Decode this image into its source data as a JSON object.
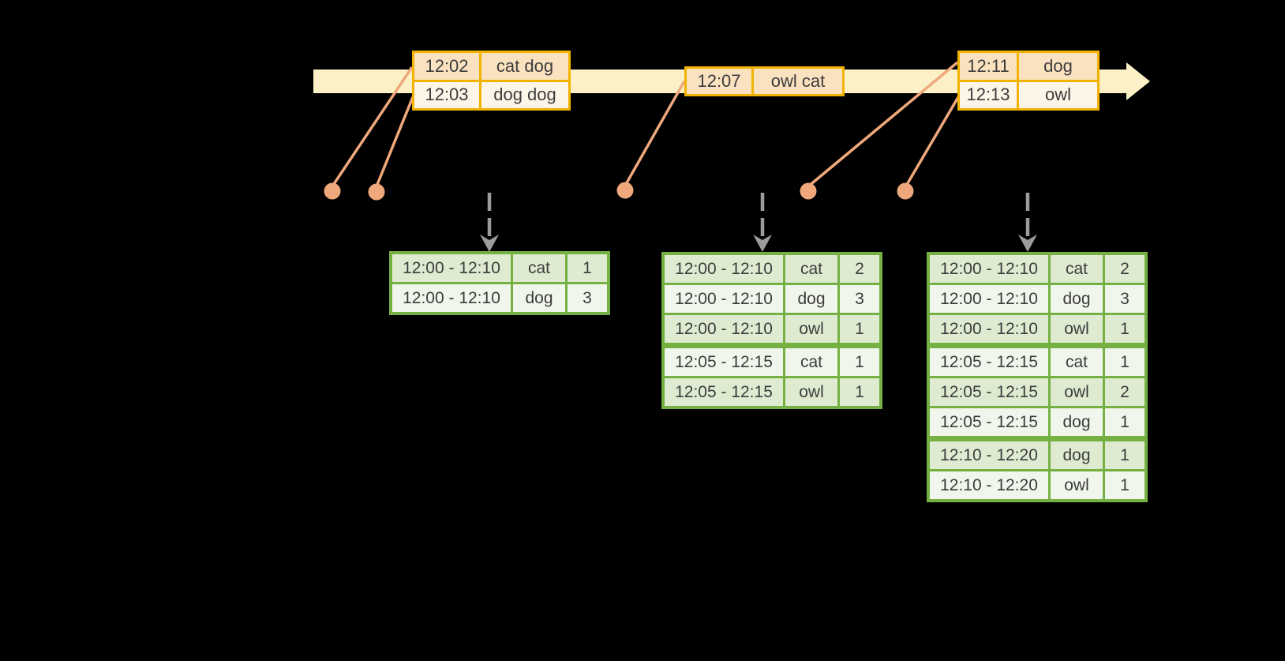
{
  "colors": {
    "background": "#000000",
    "timeline_fill": "#FBF0C6",
    "record_border": "#F2B200",
    "record_fill_dark": "#FAE2C1",
    "record_fill_light": "#FDF5E8",
    "connector_orange": "#EFA87C",
    "table_border_green": "#74B042",
    "table_row_dark": "#DEEBD1",
    "table_row_light": "#F1F6EC",
    "trigger_arrow_gray": "#9C9C9C",
    "text": "#3C3C3C"
  },
  "record_boxes": [
    {
      "rows": [
        {
          "time": "12:02",
          "words": "cat dog"
        },
        {
          "time": "12:03",
          "words": "dog dog"
        }
      ]
    },
    {
      "rows": [
        {
          "time": "12:07",
          "words": "owl cat"
        }
      ]
    },
    {
      "rows": [
        {
          "time": "12:11",
          "words": "dog"
        },
        {
          "time": "12:13",
          "words": "owl"
        }
      ]
    }
  ],
  "result_tables": [
    {
      "rows": [
        {
          "window": "12:00 - 12:10",
          "word": "cat",
          "count": "1"
        },
        {
          "window": "12:00 - 12:10",
          "word": "dog",
          "count": "3"
        }
      ]
    },
    {
      "rows": [
        {
          "window": "12:00 - 12:10",
          "word": "cat",
          "count": "2"
        },
        {
          "window": "12:00 - 12:10",
          "word": "dog",
          "count": "3"
        },
        {
          "window": "12:00 - 12:10",
          "word": "owl",
          "count": "1"
        },
        {
          "window": "12:05 - 12:15",
          "word": "cat",
          "count": "1"
        },
        {
          "window": "12:05 - 12:15",
          "word": "owl",
          "count": "1"
        }
      ]
    },
    {
      "rows": [
        {
          "window": "12:00 - 12:10",
          "word": "cat",
          "count": "2"
        },
        {
          "window": "12:00 - 12:10",
          "word": "dog",
          "count": "3"
        },
        {
          "window": "12:00 - 12:10",
          "word": "owl",
          "count": "1"
        },
        {
          "window": "12:05 - 12:15",
          "word": "cat",
          "count": "1"
        },
        {
          "window": "12:05 - 12:15",
          "word": "owl",
          "count": "2"
        },
        {
          "window": "12:05 - 12:15",
          "word": "dog",
          "count": "1"
        },
        {
          "window": "12:10 - 12:20",
          "word": "dog",
          "count": "1"
        },
        {
          "window": "12:10 - 12:20",
          "word": "owl",
          "count": "1"
        }
      ]
    }
  ]
}
